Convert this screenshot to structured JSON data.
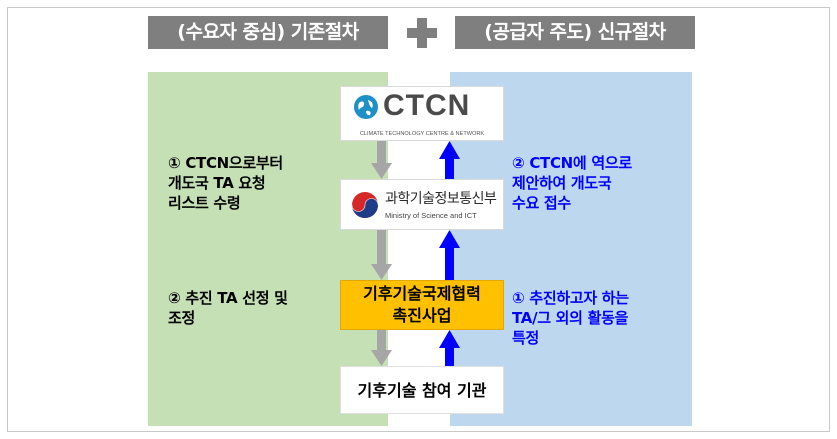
{
  "header": {
    "left_label": "(수요자 중심) 기존절차",
    "plus_icon": "plus-icon",
    "right_label": "(공급자 주도) 신규절차"
  },
  "colors": {
    "header_bg": "#7f7f7f",
    "left_panel": "#c5e0b4",
    "right_panel": "#bdd7ee",
    "highlight_box": "#ffc000",
    "down_arrow": "#a6a6a6",
    "up_arrow": "#0000ff",
    "right_text": "#0000ff"
  },
  "nodes": {
    "ctcn": {
      "logo_text": "CTCN",
      "logo_subtitle": "CLIMATE TECHNOLOGY CENTRE & NETWORK",
      "icon": "globe-icon"
    },
    "msit": {
      "name_ko": "과학기술정보통신부",
      "name_en": "Ministry of Science and ICT",
      "icon": "taegeuk-emblem-icon"
    },
    "promotion": {
      "line1": "기후기술국제협력",
      "line2": "촉진사업"
    },
    "participant": {
      "label": "기후기술 참여 기관"
    }
  },
  "left_steps": [
    {
      "lines": [
        "① CTCN으로부터",
        "개도국 TA 요청",
        "리스트 수령"
      ]
    },
    {
      "lines": [
        "② 추진 TA 선정 및",
        "조정"
      ]
    }
  ],
  "right_steps": [
    {
      "lines": [
        "② CTCN에 역으로",
        "제안하여 개도국",
        "수요 접수"
      ]
    },
    {
      "lines": [
        "① 추진하고자 하는",
        "TA/그 외의 활동을",
        "특정"
      ]
    }
  ]
}
